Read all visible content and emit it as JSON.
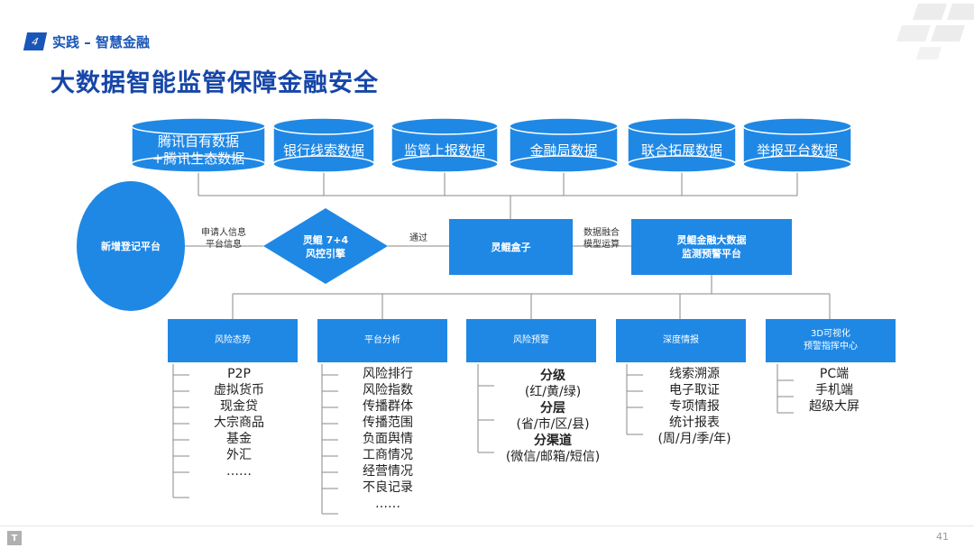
{
  "header": {
    "section_number": "4",
    "section_title": "实践 – 智慧金融",
    "main_title": "大数据智能监管保障金融安全"
  },
  "sources": [
    {
      "line1": "腾讯自有数据",
      "line2": "+腾讯生态数据"
    },
    {
      "line1": "银行线索数据",
      "line2": ""
    },
    {
      "line1": "监管上报数据",
      "line2": ""
    },
    {
      "line1": "金融局数据",
      "line2": ""
    },
    {
      "line1": "联合拓展数据",
      "line2": ""
    },
    {
      "line1": "举报平台数据",
      "line2": ""
    }
  ],
  "flow": {
    "register": "新增登记平台",
    "edge1_line1": "申请人信息",
    "edge1_line2": "平台信息",
    "engine_line1": "灵鲲 7+4",
    "engine_line2": "风控引擎",
    "edge2": "通过",
    "box": "灵鲲盒子",
    "edge3_line1": "数据融合",
    "edge3_line2": "模型运算",
    "platform_line1": "灵鲲金融大数据",
    "platform_line2": "监测预警平台"
  },
  "categories": [
    {
      "line1": "风险态势",
      "line2": "",
      "items": [
        "P2P",
        "虚拟货币",
        "现金贷",
        "大宗商品",
        "基金",
        "外汇",
        "……"
      ]
    },
    {
      "line1": "平台分析",
      "line2": "",
      "items": [
        "风险排行",
        "风险指数",
        "传播群体",
        "传播范围",
        "负面舆情",
        "工商情况",
        "经营情况",
        "不良记录",
        "……"
      ]
    },
    {
      "line1": "风险预警",
      "line2": "",
      "items": [
        "分级",
        "(红/黄/绿)",
        "分层",
        "(省/市/区/县)",
        "分渠道",
        "(微信/邮箱/短信)"
      ]
    },
    {
      "line1": "深度情报",
      "line2": "",
      "items": [
        "线索溯源",
        "电子取证",
        "专项情报",
        "统计报表",
        "(周/月/季/年)"
      ]
    },
    {
      "line1": "3D可视化",
      "line2": "预警指挥中心",
      "items": [
        "PC端",
        "手机端",
        "超级大屏"
      ]
    }
  ],
  "footer": {
    "page_number": "41",
    "logo_letter": "T"
  },
  "colors": {
    "accent": "#1f88e5",
    "title": "#1646a8",
    "line": "#8a8a8a"
  }
}
